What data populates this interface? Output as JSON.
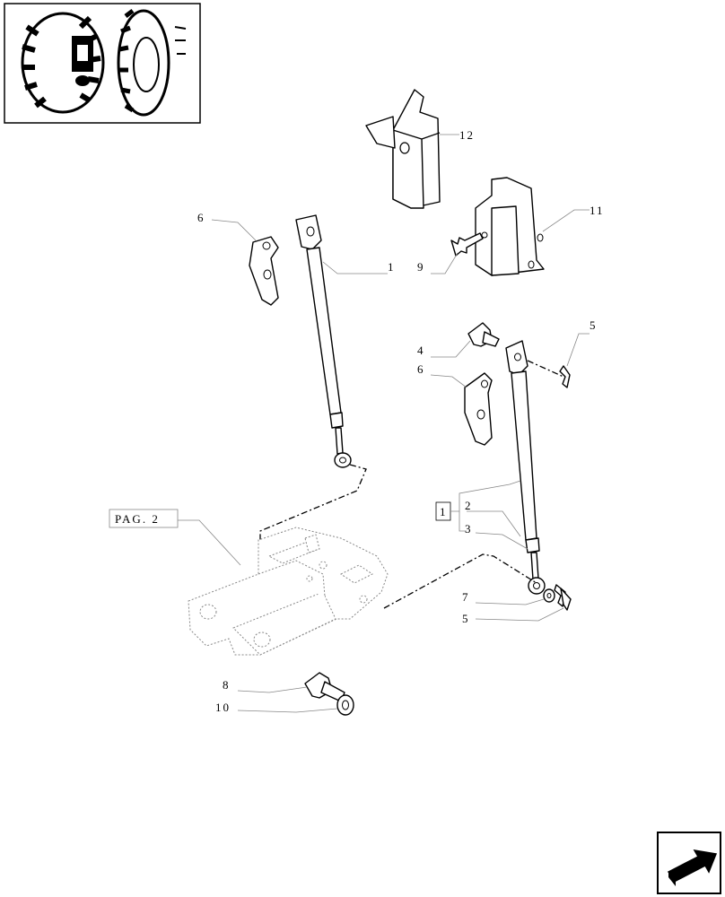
{
  "thumbnail": {
    "label": "tractor-rear-view"
  },
  "ref_page": {
    "text": "PAG. 2"
  },
  "boxed_ref": {
    "text": "1"
  },
  "callouts": {
    "c12": "12",
    "c11": "11",
    "c1": "1",
    "c6a": "6",
    "c9": "9",
    "c4": "4",
    "c6b": "6",
    "c5a": "5",
    "c2": "2",
    "c3": "3",
    "c7": "7",
    "c5b": "5",
    "c8": "8",
    "c10": "10"
  },
  "nav": {
    "icon": "next-page-arrow-icon"
  }
}
